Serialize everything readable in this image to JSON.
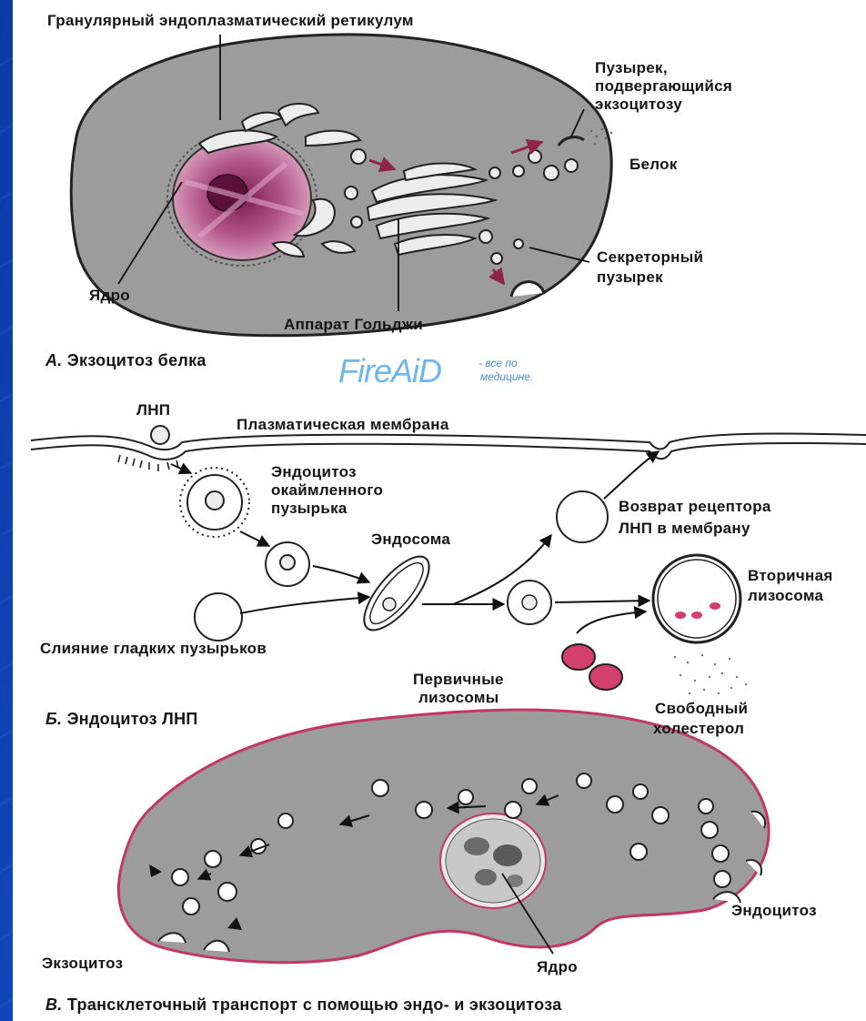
{
  "panel_a": {
    "title": "Гранулярный эндоплазматический ретикулум",
    "vesicle_exo": [
      "Пузырек,",
      "подвергающийся",
      "экзоцитозу"
    ],
    "protein": "Белок",
    "secretory": [
      "Секреторный",
      "пузырек"
    ],
    "nucleus": "Ядро",
    "golgi": "Аппарат Гольджи",
    "caption_letter": "А.",
    "caption": "Экзоцитоз белка"
  },
  "watermark": {
    "brand": "FireAiD",
    "line1": "- все по",
    "line2": "медицине."
  },
  "panel_b": {
    "ldl": "ЛНП",
    "membrane": "Плазматическая мембрана",
    "endocytosis": [
      "Эндоцитоз",
      "окаймленного",
      "пузырька"
    ],
    "endosome": "Эндосома",
    "receptor_return": [
      "Возврат рецептора",
      "ЛНП в мембрану"
    ],
    "secondary_lysosome": [
      "Вторичная",
      "лизосома"
    ],
    "smooth_fusion": "Слияние гладких пузырьков",
    "primary_lysosomes": [
      "Первичные",
      "лизосомы"
    ],
    "free_cholesterol": [
      "Свободный",
      "холестерол"
    ],
    "caption_letter": "Б.",
    "caption": "Эндоцитоз ЛНП"
  },
  "panel_c": {
    "endocytosis": "Эндоцитоз",
    "exocytosis": "Экзоцитоз",
    "nucleus": "Ядро",
    "caption_letter": "В.",
    "caption": "Трансклеточный транспорт с помощью эндо- и экзоцитоза"
  },
  "colors": {
    "background": "#1450c8",
    "cell_fill": "#9c9c9c",
    "nucleus": "#8e2f63",
    "lysosome": "#d3406e",
    "watermark": "#6fb6ee"
  }
}
